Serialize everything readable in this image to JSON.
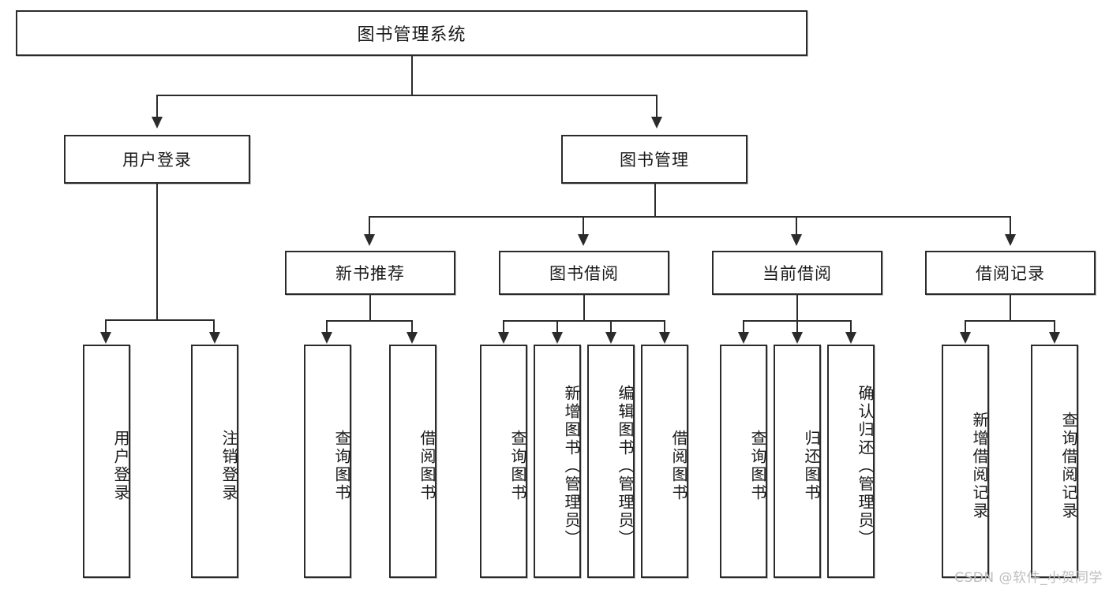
{
  "diagram": {
    "type": "tree-hierarchy",
    "title": "图书管理系统",
    "root": {
      "label": "图书管理系统"
    },
    "level2": [
      {
        "id": "user-login",
        "label": "用户登录"
      },
      {
        "id": "book-management",
        "label": "图书管理"
      }
    ],
    "level3": [
      {
        "id": "new-book-recommend",
        "label": "新书推荐",
        "parent": "book-management"
      },
      {
        "id": "book-borrow",
        "label": "图书借阅",
        "parent": "book-management"
      },
      {
        "id": "current-borrow",
        "label": "当前借阅",
        "parent": "book-management"
      },
      {
        "id": "borrow-record",
        "label": "借阅记录",
        "parent": "book-management"
      }
    ],
    "leaves": {
      "user-login": [
        {
          "id": "leaf-user-login",
          "label": "用户登录"
        },
        {
          "id": "leaf-logout",
          "label": "注销登录"
        }
      ],
      "new-book-recommend": [
        {
          "id": "leaf-query-book-1",
          "label": "查询图书"
        },
        {
          "id": "leaf-borrow-book-1",
          "label": "借阅图书"
        }
      ],
      "book-borrow": [
        {
          "id": "leaf-query-book-2",
          "label": "查询图书"
        },
        {
          "id": "leaf-add-book",
          "label": "新增图书（管理员）"
        },
        {
          "id": "leaf-edit-book",
          "label": "编辑图书（管理员）"
        },
        {
          "id": "leaf-borrow-book-2",
          "label": "借阅图书"
        }
      ],
      "current-borrow": [
        {
          "id": "leaf-query-book-3",
          "label": "查询图书"
        },
        {
          "id": "leaf-return-book",
          "label": "归还图书"
        },
        {
          "id": "leaf-confirm-return",
          "label": "确认归还（管理员）"
        }
      ],
      "borrow-record": [
        {
          "id": "leaf-add-record",
          "label": "新增借阅记录"
        },
        {
          "id": "leaf-query-record",
          "label": "查询借阅记录"
        }
      ]
    },
    "watermark": "CSDN @软件_小贺同学",
    "colors": {
      "stroke": "#2b2b2b",
      "fill": "#ffffff",
      "text": "#1a1a1a",
      "watermark": "#bdbdbd"
    }
  }
}
